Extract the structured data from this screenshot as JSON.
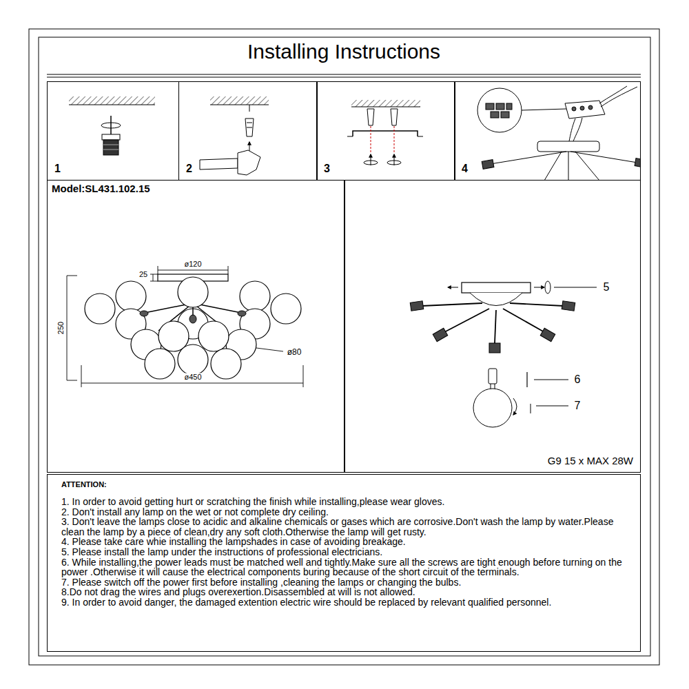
{
  "diagram": {
    "title": "Installing Instructions",
    "nodes": [
      {
        "text": [
          "1"
        ]
      },
      {
        "text": [
          "2"
        ]
      },
      {
        "text": [
          "3"
        ]
      },
      {
        "text": [
          "4"
        ]
      },
      {
        "text": [
          "Model:SL431.102.15"
        ]
      },
      {
        "text": [
          "G9 15 x MAX 28W"
        ]
      },
      {
        "text": [
          "ATTENTION:",
          "1. In order to avoid getting hurt or scratching the finish while installing,please wear gloves.",
          "2. Don't install any lamp on the wet or not complete dry ceiling.",
          "3. Don't leave the lamps close to acidic and alkaline chemicals or gases which are corrosive.Don't wash the lamp by water.Please clean the lamp by a piece of clean,dry any soft cloth.Otherwise the lamp will get rusty.",
          "4. Please take care whie installing the lampshades in case of avoiding breakage.",
          "5. Please install the lamp under the instructions of professional electricians.",
          "6. While installing,the power leads must be matched well and tightly.Make sure all the screws are tight enough before turning on the power .Otherwise it will cause the electrical components buring because of the short circuit of the terminals.",
          "7. Please switch off the power first before installing ,cleaning the lamps or changing the bulbs.",
          "8.Do not drag the wires and plugs overexertion.Disassembled at will is not allowed.",
          "9. In order to avoid danger, the damaged extention electric wire should be replaced by relevant qualified personnel."
        ]
      }
    ],
    "labels": [
      "ø120",
      "25",
      "250",
      "ø80",
      "ø450",
      "5",
      "6",
      "7"
    ]
  }
}
